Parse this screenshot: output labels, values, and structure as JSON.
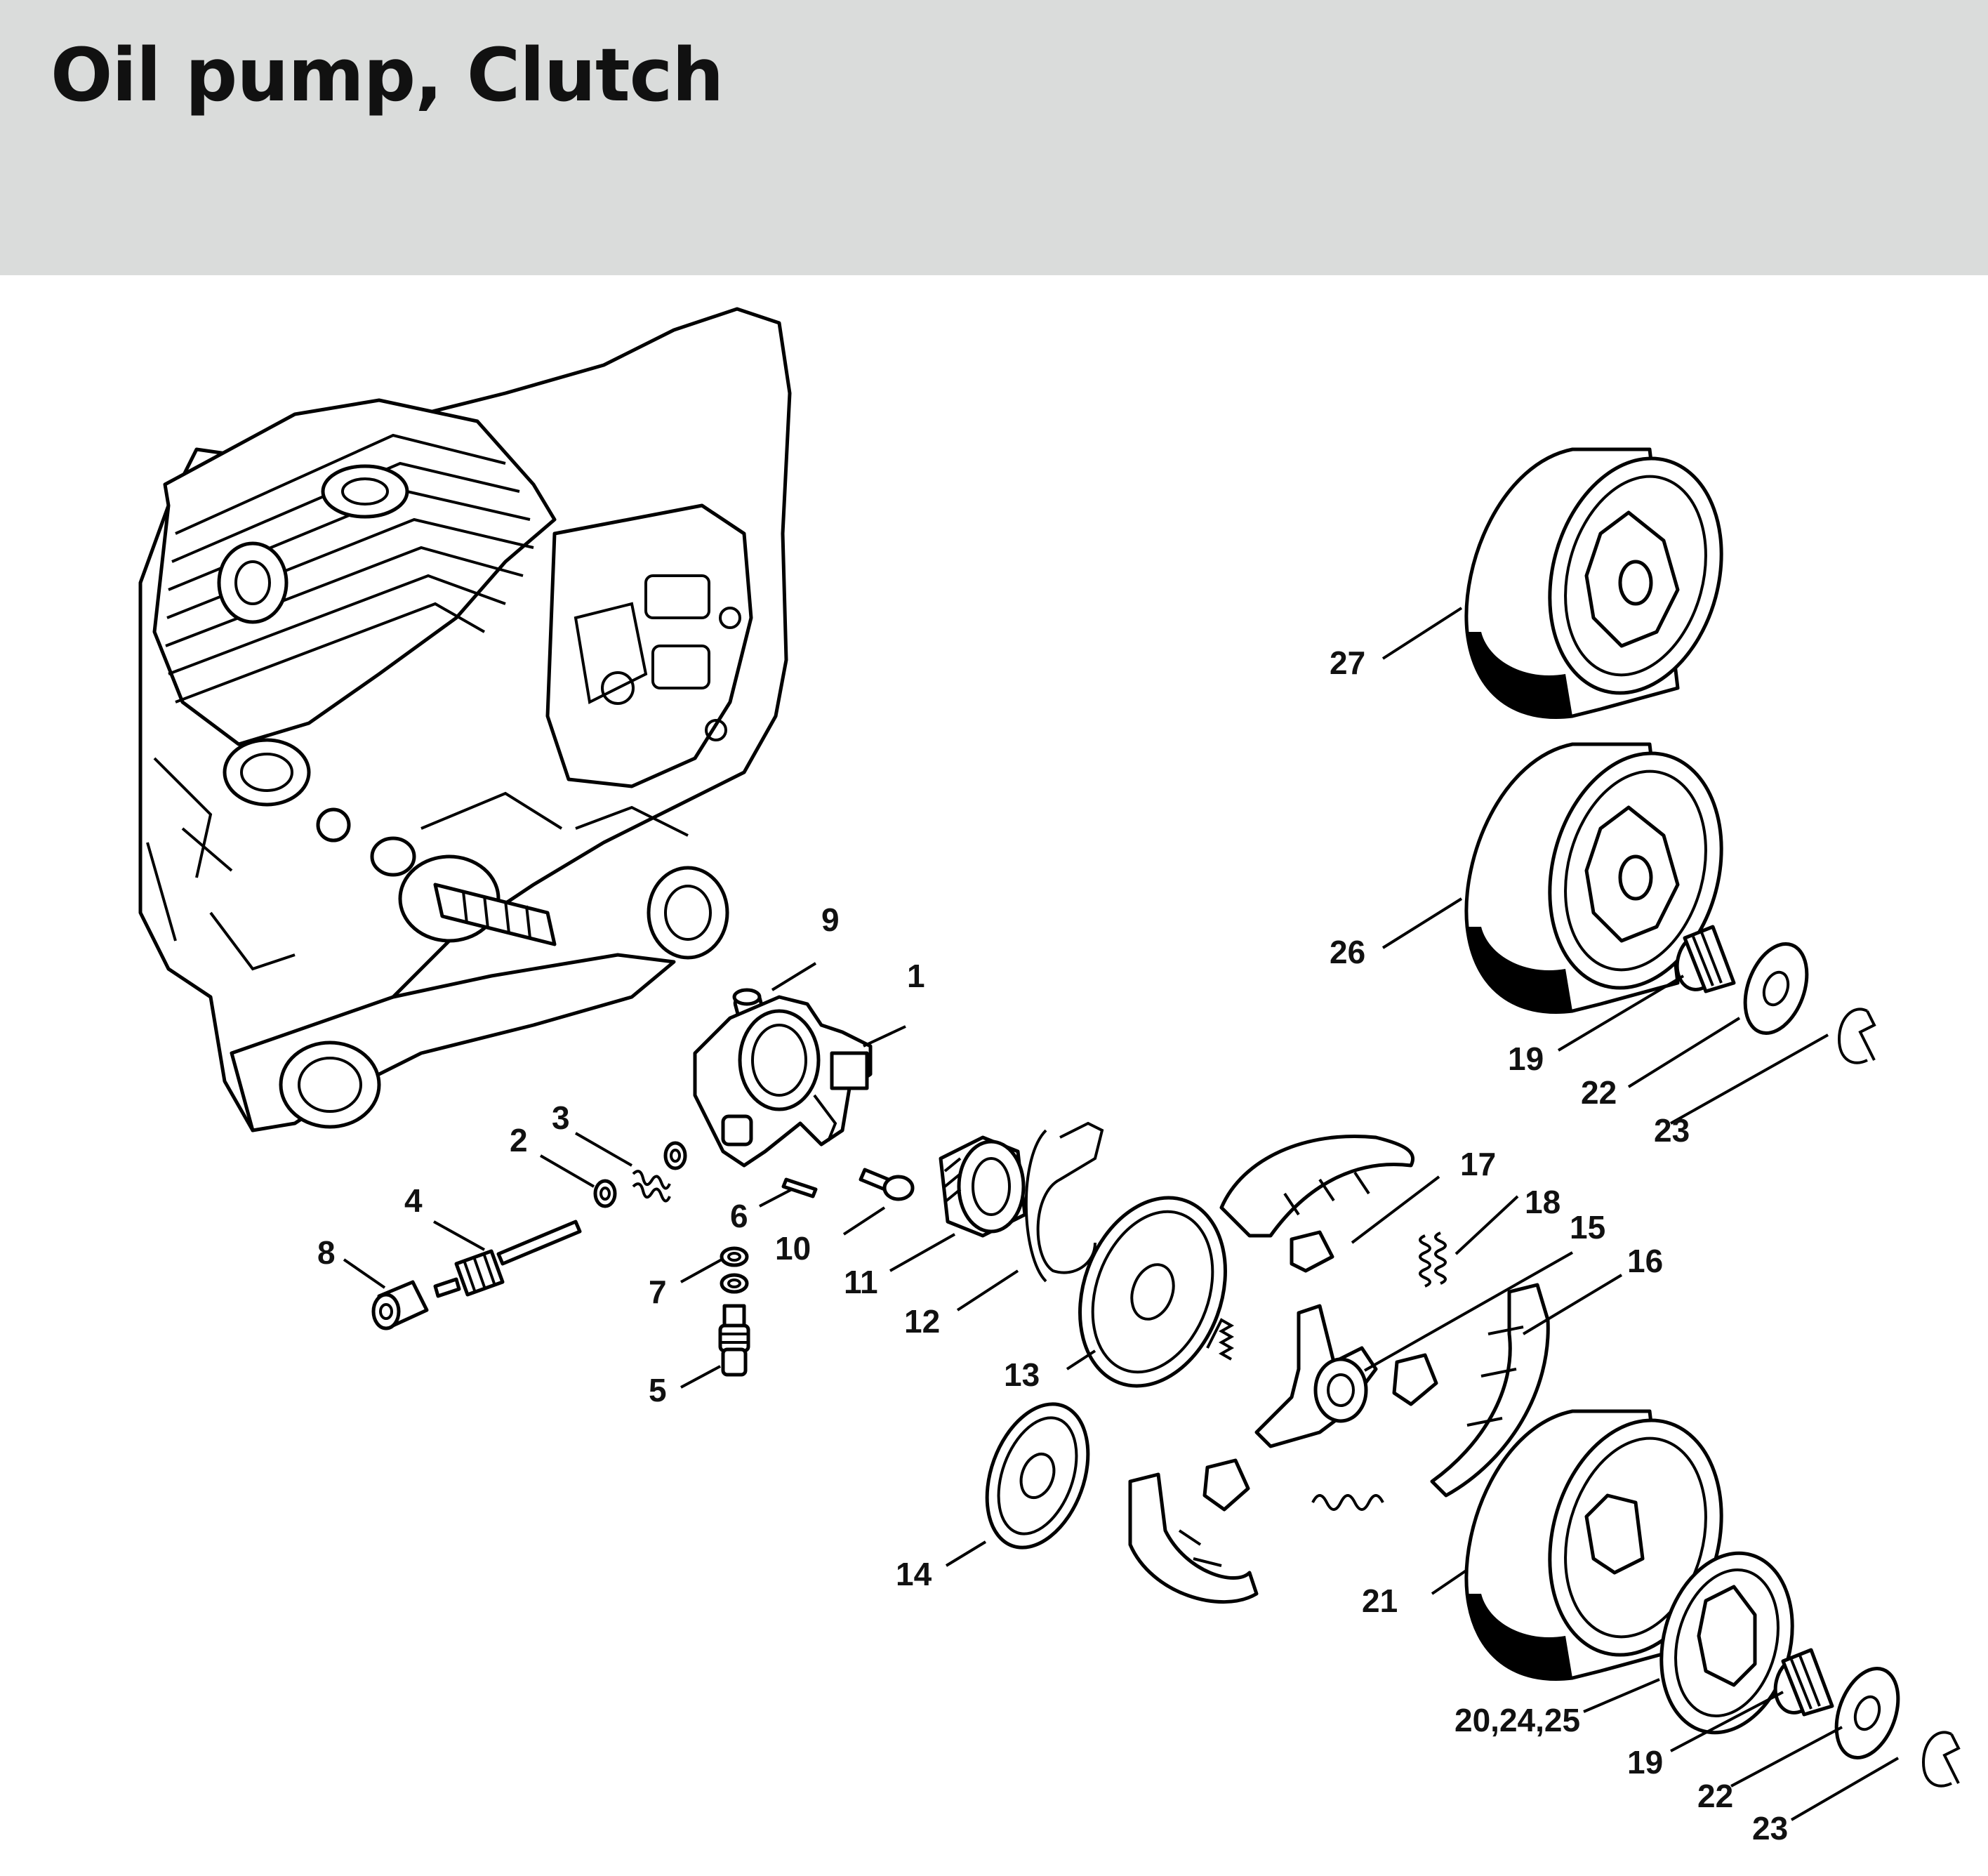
{
  "title": "Oil pump, Clutch",
  "callouts": {
    "c1": "1",
    "c2": "2",
    "c3": "3",
    "c4": "4",
    "c5": "5",
    "c6": "6",
    "c7": "7",
    "c8": "8",
    "c9": "9",
    "c10": "10",
    "c11": "11",
    "c12": "12",
    "c13": "13",
    "c14": "14",
    "c15": "15",
    "c16": "16",
    "c17": "17",
    "c18": "18",
    "c19a": "19",
    "c19b": "19",
    "c20": "20,24,25",
    "c21": "21",
    "c22a": "22",
    "c22b": "22",
    "c23a": "23",
    "c23b": "23",
    "c26": "26",
    "c27": "27"
  }
}
